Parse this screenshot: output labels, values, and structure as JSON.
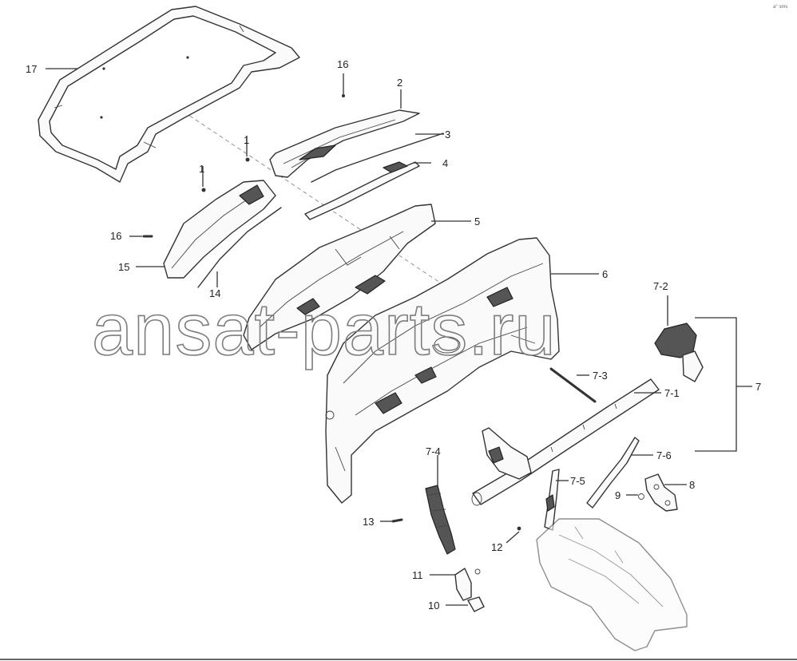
{
  "watermark": "ansat-parts.ru",
  "corner_mark": "a° sms",
  "callouts": {
    "c17": "17",
    "c16a": "16",
    "c2": "2",
    "c3": "3",
    "c4": "4",
    "c1a": "1",
    "c1b": "1",
    "c5": "5",
    "c16b": "16",
    "c15": "15",
    "c14": "14",
    "c6": "6",
    "c7_2": "7-2",
    "c7": "7",
    "c7_3": "7-3",
    "c7_1": "7-1",
    "c7_6": "7-6",
    "c7_4": "7-4",
    "c7_5": "7-5",
    "c8": "8",
    "c9": "9",
    "c13": "13",
    "c12": "12",
    "c11": "11",
    "c10": "10"
  }
}
